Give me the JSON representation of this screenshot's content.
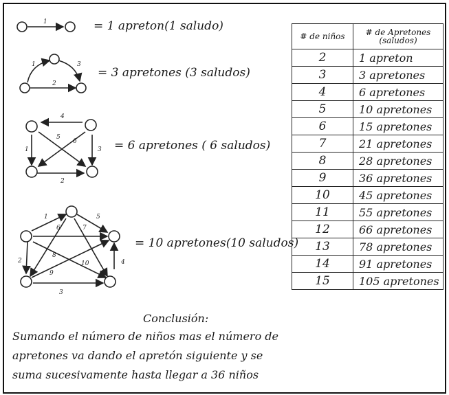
{
  "diagrams": [
    {
      "equation": "= 1 apreton(1 saludo)",
      "edge_labels": [
        "1"
      ]
    },
    {
      "equation": "= 3 apretones (3 saludos)",
      "edge_labels": [
        "1",
        "3",
        "2"
      ]
    },
    {
      "equation": "= 6 apretones ( 6 saludos)",
      "edge_labels": [
        "4",
        "1",
        "3",
        "2",
        "5",
        "6"
      ]
    },
    {
      "equation": "= 10 apretones(10 saludos)",
      "edge_labels": [
        "1",
        "5",
        "6",
        "7",
        "2",
        "8",
        "9",
        "10",
        "4",
        "3"
      ]
    }
  ],
  "table": {
    "header_children": "# de niños",
    "header_handshakes": "# de Apretones (saludos)",
    "rows": [
      {
        "n": "2",
        "a": "1 apreton"
      },
      {
        "n": "3",
        "a": "3 apretones"
      },
      {
        "n": "4",
        "a": "6 apretones"
      },
      {
        "n": "5",
        "a": "10 apretones"
      },
      {
        "n": "6",
        "a": "15 apretones"
      },
      {
        "n": "7",
        "a": "21 apretones"
      },
      {
        "n": "8",
        "a": "28 apretones"
      },
      {
        "n": "9",
        "a": "36 apretones"
      },
      {
        "n": "10",
        "a": "45 apretones"
      },
      {
        "n": "11",
        "a": "55 apretones"
      },
      {
        "n": "12",
        "a": "66 apretones"
      },
      {
        "n": "13",
        "a": "78 apretones"
      },
      {
        "n": "14",
        "a": "91 apretones"
      },
      {
        "n": "15",
        "a": "105 apretones"
      }
    ]
  },
  "conclusion": {
    "title": "Conclusión:",
    "lines": [
      "Sumando el número de niños mas el número de",
      "apretones va dando el apretón siguiente y se",
      "suma sucesivamente hasta llegar a 36 niños"
    ]
  }
}
